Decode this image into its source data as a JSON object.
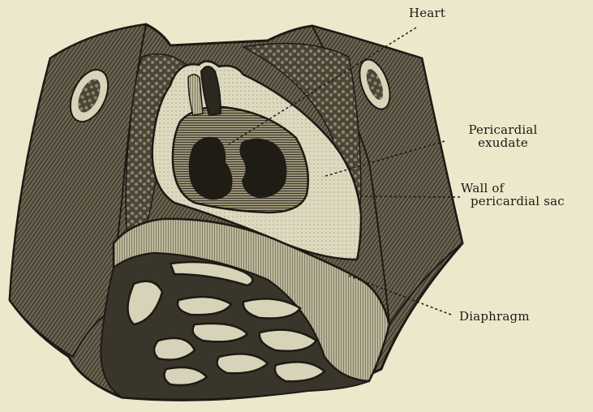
{
  "labels": {
    "heart": "Heart",
    "pericardial_exudate_line1": "Pericardial",
    "pericardial_exudate_line2": "exudate",
    "wall_line1": "Wall of",
    "wall_line2": "pericardial sac",
    "diaphragm": "Diaphragm"
  },
  "colors": {
    "background": "#ece8cc",
    "ink": "#1c1a14",
    "exudate": "#d9d6bc",
    "tissue_dark": "#3a352a",
    "ventricle": "#1f1c16"
  }
}
